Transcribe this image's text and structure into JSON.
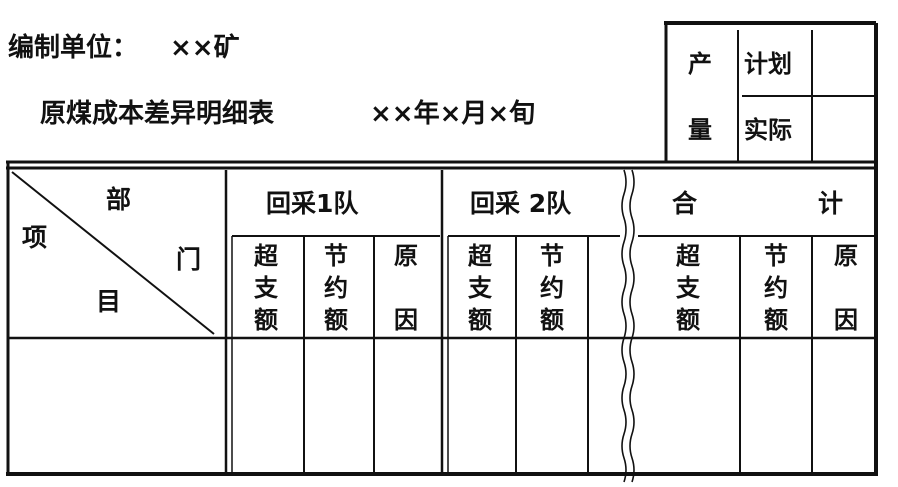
{
  "header": {
    "unit_label": "编制单位：",
    "unit_value": "××矿",
    "title": "原煤成本差异明细表",
    "period": "××年×月×旬"
  },
  "output_box": {
    "label_top": "产",
    "label_bottom": "量",
    "plan": "计划",
    "actual": "实际"
  },
  "table": {
    "corner": {
      "dept_1": "部",
      "dept_2": "门",
      "item_1": "项",
      "item_2": "目"
    },
    "groups": [
      {
        "title": "回采1队",
        "cols": [
          [
            "超",
            "支",
            "额"
          ],
          [
            "节",
            "约",
            "额"
          ],
          [
            "原",
            "因"
          ]
        ]
      },
      {
        "title": "回采 2队",
        "cols": [
          [
            "超",
            "支",
            "额"
          ],
          [
            "节",
            "约",
            "额"
          ]
        ]
      },
      {
        "title_left": "合",
        "title_right": "计",
        "cols": [
          [
            "超",
            "支",
            "额"
          ],
          [
            "节",
            "约",
            "额"
          ],
          [
            "原",
            "因"
          ]
        ]
      }
    ]
  }
}
